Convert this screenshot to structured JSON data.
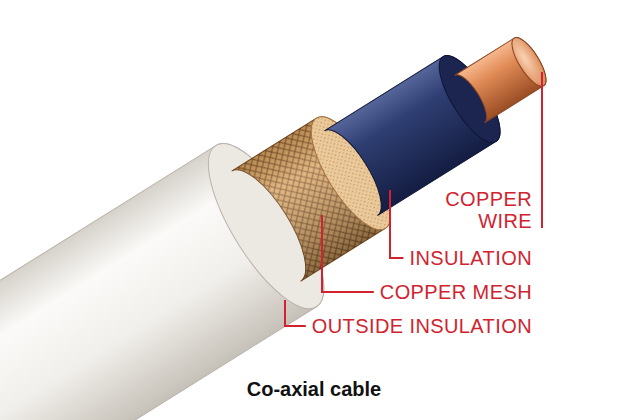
{
  "diagram": {
    "caption": "Co-axial cable",
    "labels": [
      "COPPER WIRE",
      "INSULATION",
      "COPPER MESH",
      "OUTSIDE INSULATION"
    ]
  }
}
